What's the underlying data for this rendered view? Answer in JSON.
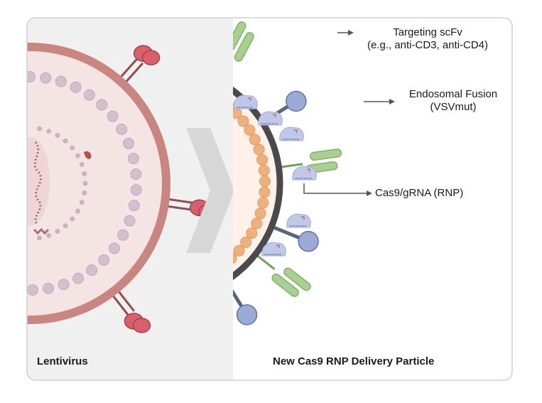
{
  "panels": {
    "left_title": "Lentivirus",
    "right_title": "New Cas9 RNP Delivery Particle"
  },
  "callouts": {
    "targeting_line1": "Targeting scFv",
    "targeting_line2": "(e.g., anti-CD3, anti-CD4)",
    "fusion_line1": "Endosomal Fusion",
    "fusion_line2": "(VSVmut)",
    "rnp": "Cas9/gRNA (RNP)"
  },
  "colors": {
    "left_panel_bg": "#f0f0f0",
    "lentivirus_envelope": "#c98680",
    "lentivirus_spike": "#d9606a",
    "capsid_bead": "#d6bfcc",
    "particle_membrane": "#4a4a4a",
    "particle_bead": "#f0b07e",
    "scfv": "#a9cf92",
    "vsv": "#9aaad6",
    "rnp_blob": "#bfc8e6"
  }
}
